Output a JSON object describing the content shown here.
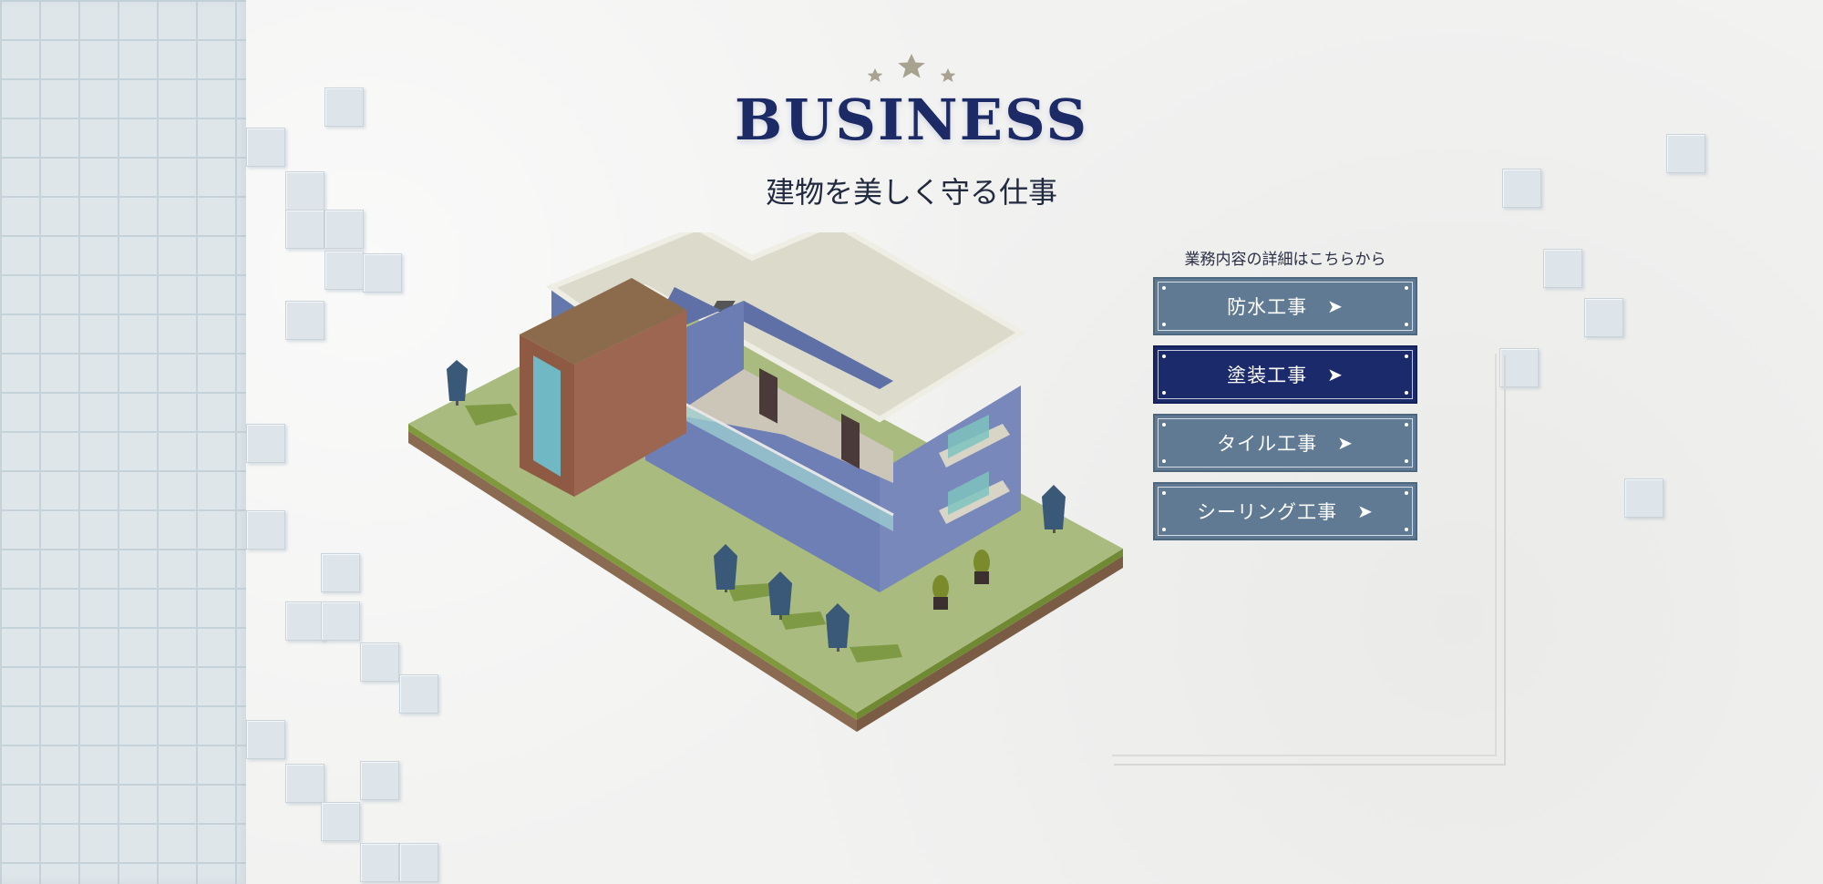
{
  "header": {
    "title": "BUSINESS",
    "subtitle": "建物を美しく守る仕事"
  },
  "menu": {
    "caption": "業務内容の詳細はこちらから",
    "items": [
      {
        "label": "防水工事",
        "arrow": "➤",
        "active": false
      },
      {
        "label": "塗装工事",
        "arrow": "➤",
        "active": true
      },
      {
        "label": "タイル工事",
        "arrow": "➤",
        "active": false
      },
      {
        "label": "シーリング工事",
        "arrow": "➤",
        "active": false
      }
    ]
  },
  "colors": {
    "navy": "#1c2a66",
    "button": "#5f7a92",
    "button_active": "#1b2a6b",
    "star": "#a8a390",
    "grass": "#a9bb7e",
    "wall": "#6f80b4",
    "brick": "#8e5a44"
  },
  "icons": {
    "stars": "three-stars-icon",
    "arrow": "arrow-right-icon"
  }
}
